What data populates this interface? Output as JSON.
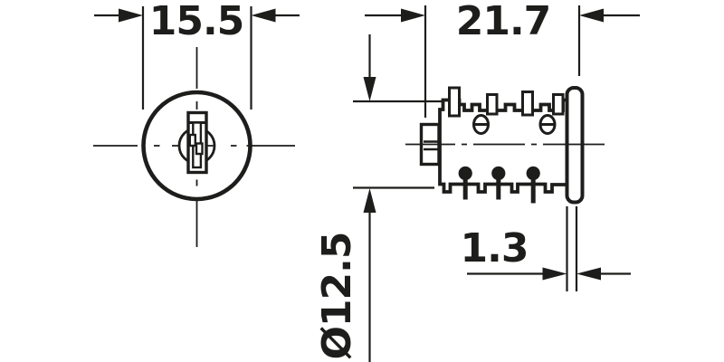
{
  "colors": {
    "ink": "#1d1d1b",
    "background": "#ffffff"
  },
  "drawing": {
    "type": "technical-drawing",
    "subject": "lock-cylinder-two-views",
    "dimensions": {
      "front_width": "15.5",
      "body_length": "21.7",
      "flange_thickness": "1.3",
      "cylinder_diameter": "Ø12.5"
    }
  }
}
